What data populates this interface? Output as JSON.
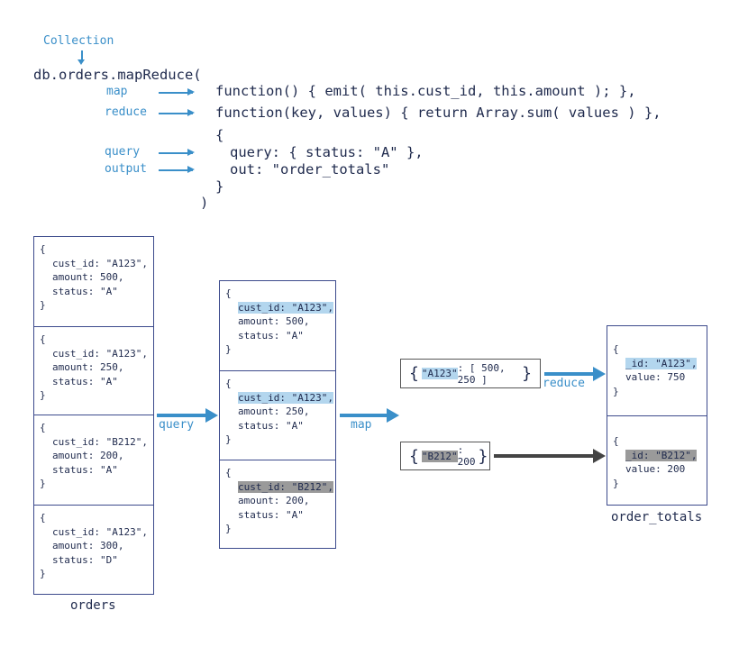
{
  "code": {
    "collection_label": "Collection",
    "call": "db.orders.mapReduce(",
    "labels": {
      "map": "map",
      "reduce": "reduce",
      "query": "query",
      "output": "output"
    },
    "lines": {
      "map_fn": "function() { emit( this.cust_id, this.amount ); },",
      "reduce_fn": "function(key, values) { return Array.sum( values ) },",
      "open_brace": "{",
      "query": "query: { status: \"A\" },",
      "out": "out: \"order_totals\"",
      "close_brace": "}",
      "close_paren": ")"
    }
  },
  "orders": {
    "label": "orders",
    "docs": [
      {
        "cust_id": "cust_id: \"A123\",",
        "amount": "amount: 500,",
        "status": "status: \"A\""
      },
      {
        "cust_id": "cust_id: \"A123\",",
        "amount": "amount: 250,",
        "status": "status: \"A\""
      },
      {
        "cust_id": "cust_id: \"B212\",",
        "amount": "amount: 200,",
        "status": "status: \"A\""
      },
      {
        "cust_id": "cust_id: \"A123\",",
        "amount": "amount: 300,",
        "status": "status: \"D\""
      }
    ]
  },
  "filtered": {
    "docs": [
      {
        "cust_id": "cust_id: \"A123\",",
        "amount": "amount: 500,",
        "status": "status: \"A\""
      },
      {
        "cust_id": "cust_id: \"A123\",",
        "amount": "amount: 250,",
        "status": "status: \"A\""
      },
      {
        "cust_id": "cust_id: \"B212\",",
        "amount": "amount: 200,",
        "status": "status: \"A\""
      }
    ]
  },
  "mapped": {
    "a_key": "\"A123\"",
    "a_values": ": [ 500, 250 ]",
    "b_key": "\"B212\"",
    "b_values": ": 200"
  },
  "order_totals": {
    "label": "order_totals",
    "docs": [
      {
        "id": "_id: \"A123\",",
        "value": "value: 750"
      },
      {
        "id": "_id: \"B212\",",
        "value": "value: 200"
      }
    ]
  },
  "stage_labels": {
    "query": "query",
    "map": "map",
    "reduce": "reduce"
  },
  "glyphs": {
    "open": "{",
    "close": "}"
  },
  "colors": {
    "accent": "#3a8fc9",
    "ink": "#1f2a4d",
    "border": "#3c4a8c",
    "hl_blue": "#b3d6ee",
    "hl_gray": "#9a9a9a"
  }
}
